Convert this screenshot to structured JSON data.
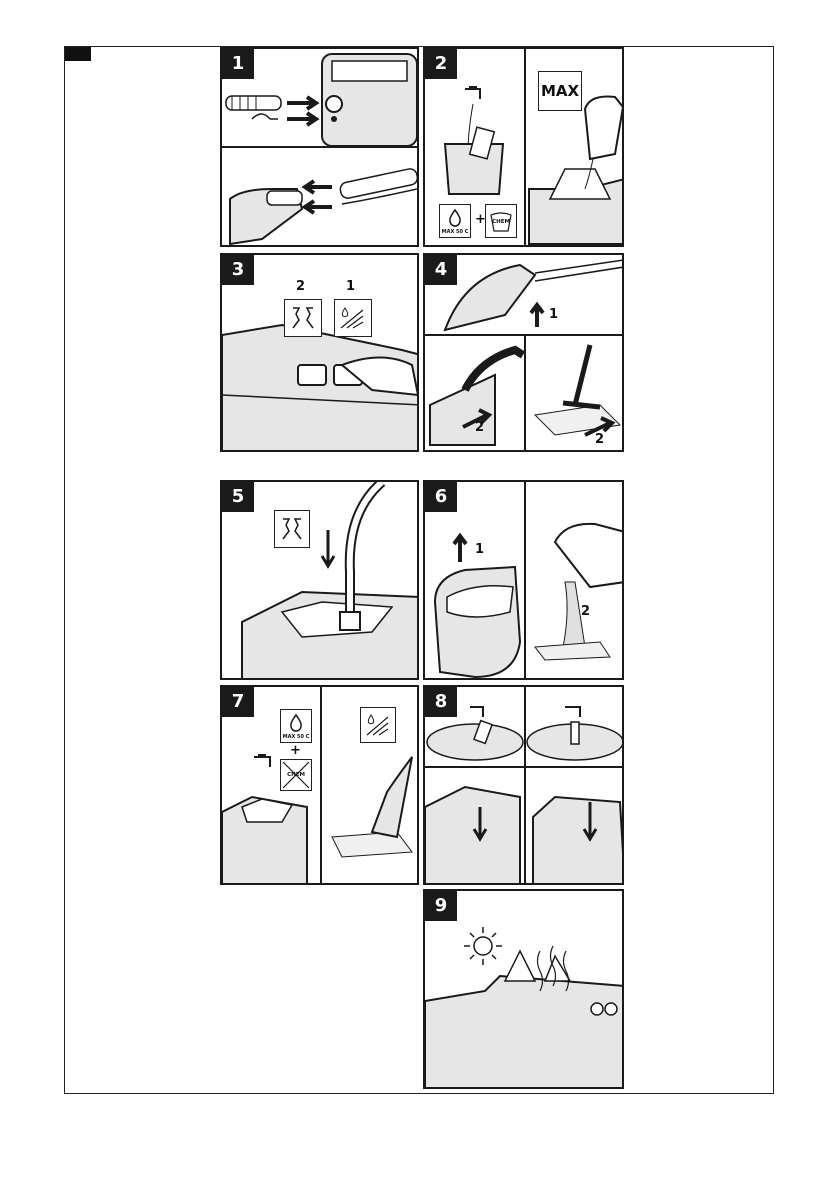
{
  "steps": [
    {
      "number": "1"
    },
    {
      "number": "2",
      "max_label": "MAX",
      "water_label": "MAX 50 C",
      "chem_label": "CHEM",
      "plus": "+"
    },
    {
      "number": "3",
      "sub_1": "1",
      "sub_2": "2"
    },
    {
      "number": "4",
      "sub_1": "1",
      "sub_2a": "2",
      "sub_2b": "2"
    },
    {
      "number": "5"
    },
    {
      "number": "6",
      "sub_1": "1",
      "sub_2": "2"
    },
    {
      "number": "7",
      "water_label": "MAX 50 C",
      "chem_label": "CHEM",
      "plus": "+"
    },
    {
      "number": "8"
    },
    {
      "number": "9"
    }
  ],
  "colors": {
    "ink": "#1a1a1a",
    "background": "#ffffff",
    "shade": "#d9d9d9"
  }
}
